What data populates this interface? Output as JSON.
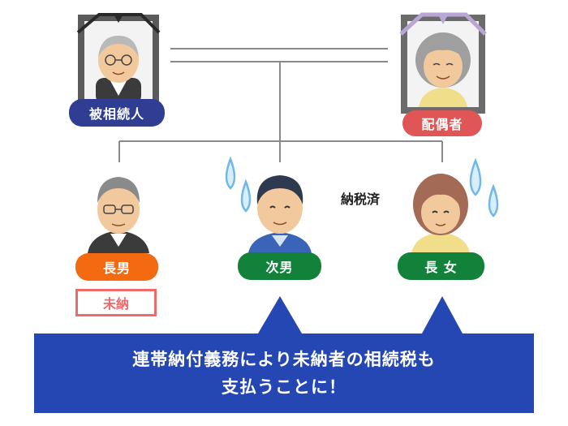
{
  "persons": {
    "deceased": {
      "label": "被相続人"
    },
    "spouse": {
      "label": "配偶者"
    },
    "eldest_son": {
      "label": "長男",
      "status": "未納"
    },
    "second_son": {
      "label": "次男"
    },
    "eldest_daughter": {
      "label": "長 女"
    }
  },
  "paid_note": "納税済",
  "banner": {
    "line1": "連帯納付義務により未納者の相続税も",
    "line2": "支払うことに！"
  },
  "colors": {
    "banner": "#2547b3",
    "deceased_label": "#2f3e93",
    "spouse_label": "#e05555",
    "eldest_son_label": "#f46a11",
    "children_label": "#12813a",
    "unpaid_border": "#f06a6a",
    "sweat_drop": "#6fb8e8",
    "lines": "#8a8a8a"
  }
}
